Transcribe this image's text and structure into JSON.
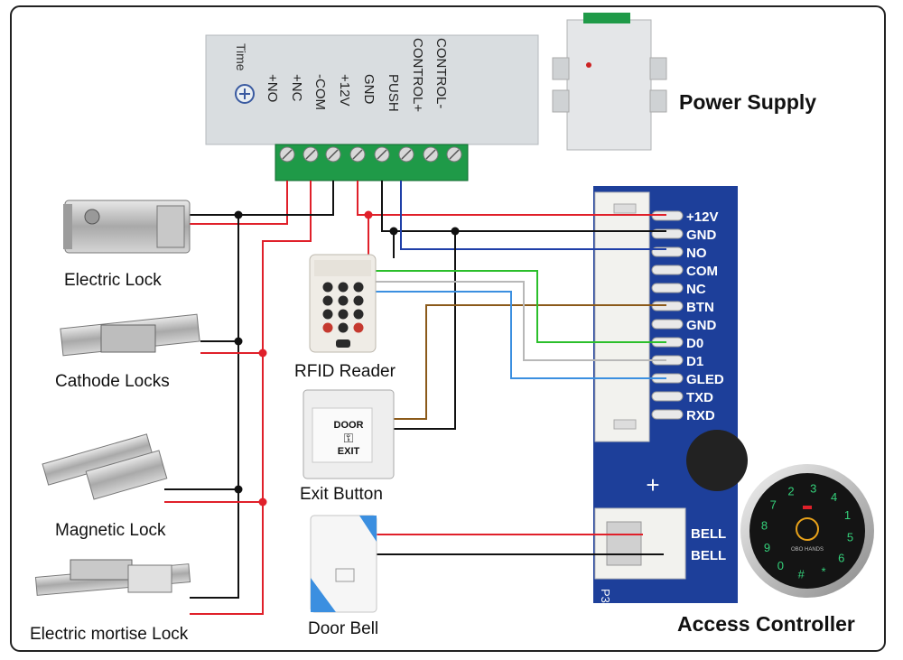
{
  "power_supply": {
    "title": "Power Supply",
    "side_text": "Time",
    "terminal_labels": [
      "+NO",
      "+NC",
      "-COM",
      "+12V",
      "GND",
      "PUSH",
      "CONTROL+",
      "CONTROL-"
    ]
  },
  "controller": {
    "title": "Access Controller",
    "pin_labels": [
      "+12V",
      "GND",
      "NO",
      "COM",
      "NC",
      "BTN",
      "GND",
      "D0",
      "D1",
      "GLED",
      "TXD",
      "RXD"
    ],
    "bell_labels": [
      "BELL",
      "BELL"
    ],
    "connector_label": "P3",
    "plus_mark": "+",
    "keypad_keys": [
      "2",
      "3",
      "4",
      "1",
      "5",
      "6",
      "*",
      "#",
      "0",
      "9",
      "8",
      "7"
    ],
    "keypad_brand": "OBO HANDS"
  },
  "locks": [
    {
      "label": "Electric Lock"
    },
    {
      "label": "Cathode Locks"
    },
    {
      "label": "Magnetic Lock"
    },
    {
      "label": "Electric mortise Lock"
    }
  ],
  "devices": {
    "rfid_label": "RFID Reader",
    "exit_label": "Exit Button",
    "exit_text_top": "DOOR",
    "exit_text_bottom": "EXIT",
    "bell_label": "Door Bell"
  },
  "colors": {
    "red": "#e0202a",
    "black": "#111111",
    "blue": "#1f3fa8",
    "green": "#2bbf2b",
    "gray": "#b8b8b8",
    "light_blue": "#3b8fe0",
    "brown": "#8b5a1a",
    "board": "#1d3f9a"
  }
}
